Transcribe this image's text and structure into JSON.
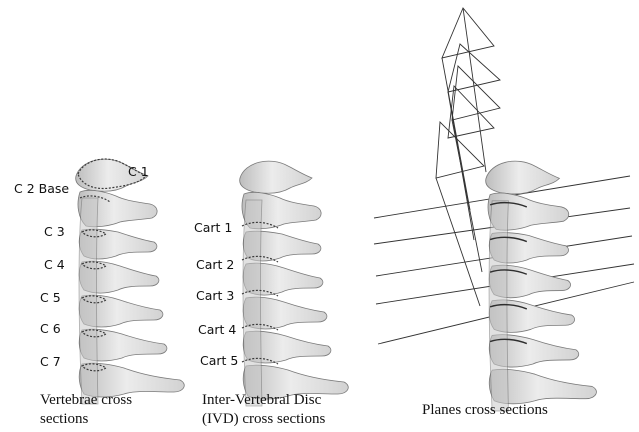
{
  "panels": [
    {
      "id": "vertebrae",
      "caption_line1": "Vertebrae cross",
      "caption_line2": "sections",
      "labels": [
        "C 1",
        "C 2 Base",
        "C 3",
        "C 4",
        "C 5",
        "C 6",
        "C 7"
      ]
    },
    {
      "id": "ivd",
      "caption_line1": "Inter-Vertebral Disc",
      "caption_line2": "(IVD) cross sections",
      "labels": [
        "Cart 1",
        "Cart 2",
        "Cart 3",
        "Cart 4",
        "Cart 5"
      ]
    },
    {
      "id": "planes",
      "caption_line1": "Planes cross sections",
      "labels": []
    }
  ]
}
